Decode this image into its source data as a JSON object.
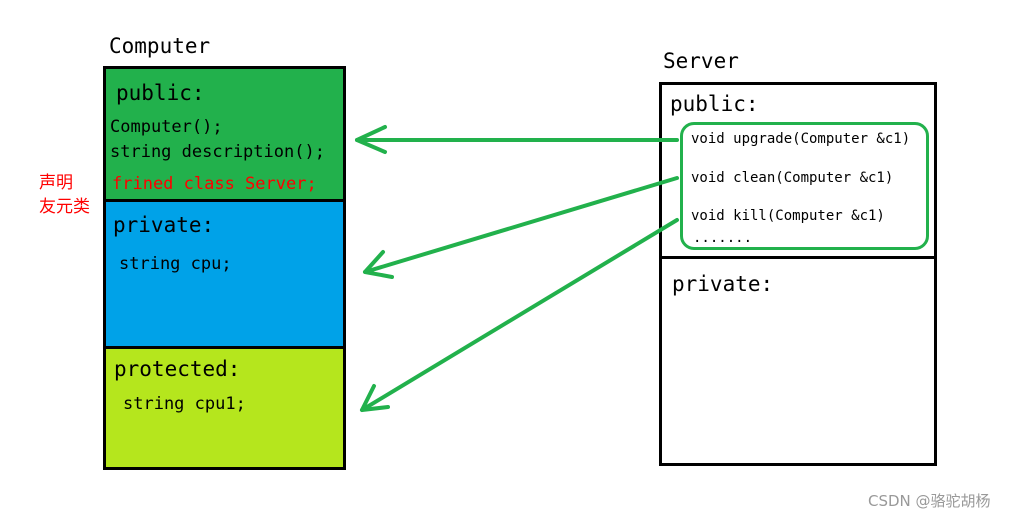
{
  "computer": {
    "title": "Computer",
    "public_label": "public:",
    "public_lines": [
      "Computer();",
      "string description();"
    ],
    "friend_line": "frined class Server;",
    "private_label": "private:",
    "private_line": "string cpu;",
    "protected_label": "protected:",
    "protected_line": "string cpu1;",
    "colors": {
      "public": "#22b14c",
      "private": "#00a2e8",
      "protected": "#b5e61d"
    }
  },
  "annotation": {
    "line1": "声明",
    "line2": "友元类"
  },
  "server": {
    "title": "Server",
    "public_label": "public:",
    "methods": [
      "void upgrade(Computer &c1)",
      "void clean(Computer &c1)",
      "void kill(Computer &c1)",
      "......."
    ],
    "private_label": "private:"
  },
  "arrow_color": "#22b14c",
  "watermark": "CSDN @骆驼胡杨"
}
